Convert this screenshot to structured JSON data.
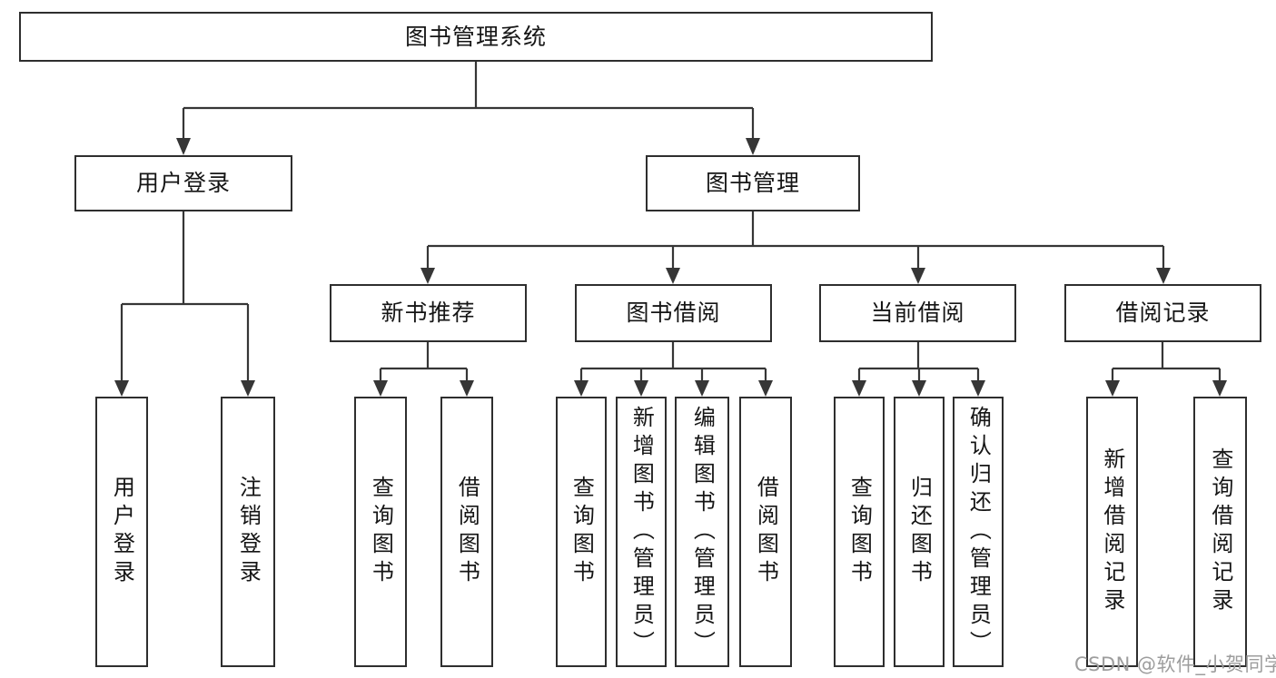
{
  "tree": {
    "root": "图书管理系统",
    "branches": [
      {
        "label": "用户登录",
        "leaves": [
          "用户登录",
          "注销登录"
        ]
      },
      {
        "label": "图书管理",
        "groups": [
          {
            "label": "新书推荐",
            "leaves": [
              "查询图书",
              "借阅图书"
            ]
          },
          {
            "label": "图书借阅",
            "leaves": [
              "查询图书",
              "新增图书（管理员）",
              "编辑图书（管理员）",
              "借阅图书"
            ]
          },
          {
            "label": "当前借阅",
            "leaves": [
              "查询图书",
              "归还图书",
              "确认归还（管理员）"
            ]
          },
          {
            "label": "借阅记录",
            "leaves": [
              "新增借阅记录",
              "查询借阅记录"
            ]
          }
        ]
      }
    ]
  },
  "watermark": "CSDN @软件_小贺同学",
  "colors": {
    "line": "#363636",
    "box_border": "#2e2e2e",
    "text": "#151515",
    "watermark": "#9d9d9d",
    "background": "#ffffff"
  }
}
